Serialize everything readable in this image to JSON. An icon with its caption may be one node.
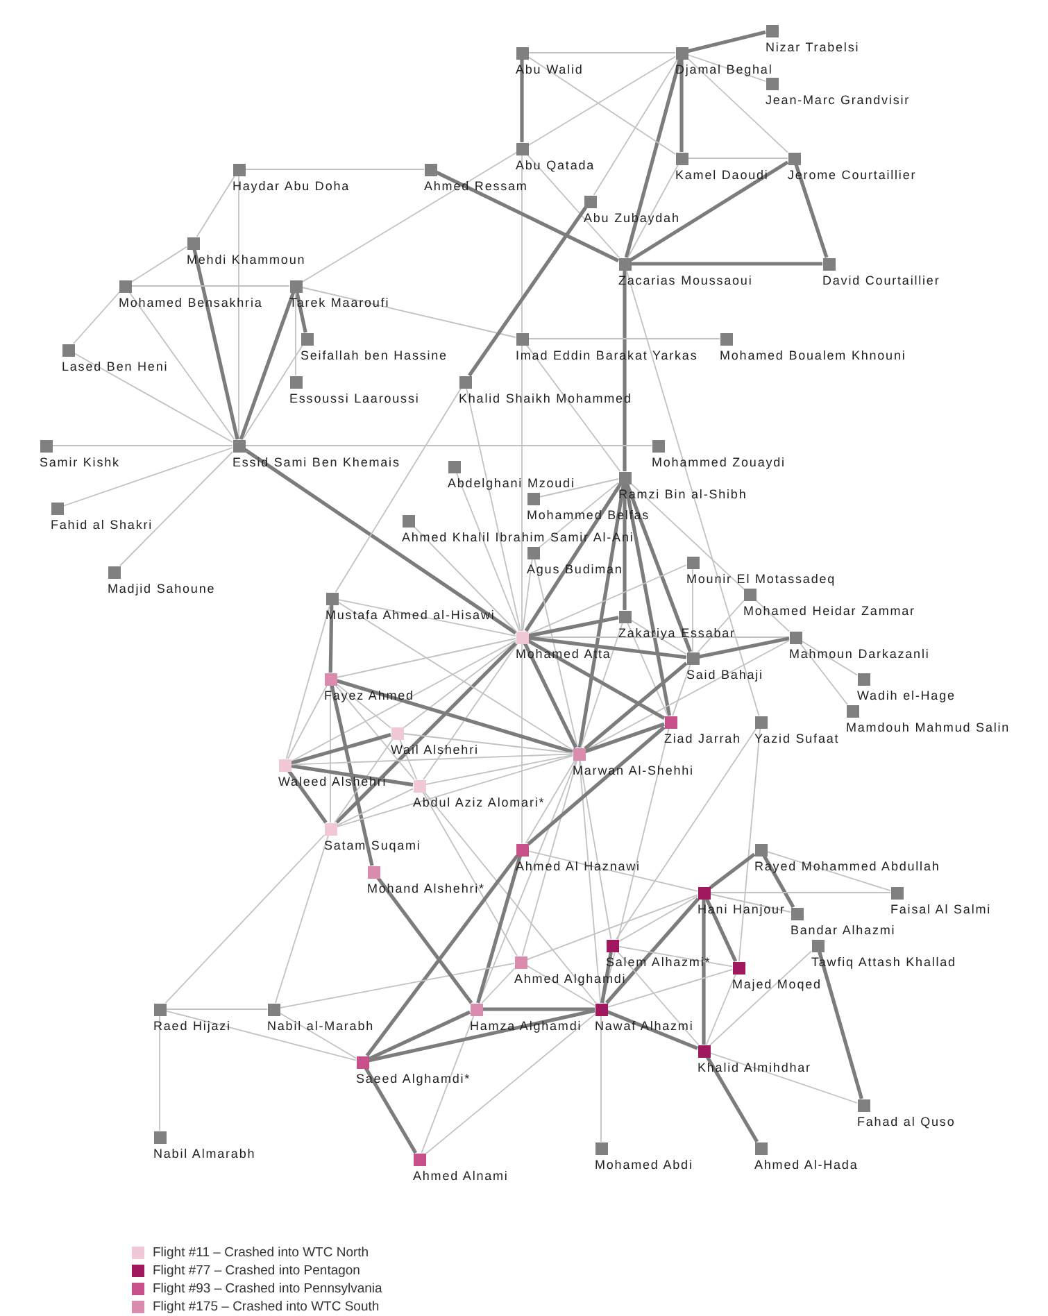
{
  "diagram": {
    "nodes": [
      {
        "text": [
          "Abu Walid"
        ]
      },
      {
        "text": [
          "Djamal Beghal"
        ]
      },
      {
        "text": [
          "Nizar Trabelsi"
        ]
      },
      {
        "text": [
          "Jean-Marc Grandvisir"
        ]
      },
      {
        "text": [
          "Abu Qatada"
        ]
      },
      {
        "text": [
          "Kamel Daoudi"
        ]
      },
      {
        "text": [
          "Jerome Courtaillier"
        ]
      },
      {
        "text": [
          "Haydar Abu Doha"
        ]
      },
      {
        "text": [
          "Ahmed Ressam"
        ]
      },
      {
        "text": [
          "Abu Zubaydah"
        ]
      },
      {
        "text": [
          "Zacarias Moussaoui"
        ]
      },
      {
        "text": [
          "David Courtaillier"
        ]
      },
      {
        "text": [
          "Mehdi Khammoun"
        ]
      },
      {
        "text": [
          "Mohamed Bensakhria"
        ]
      },
      {
        "text": [
          "Tarek Maaroufi"
        ]
      },
      {
        "text": [
          "Seifallah ben Hassine"
        ]
      },
      {
        "text": [
          "Lased Ben Heni"
        ]
      },
      {
        "text": [
          "Imad Eddin Barakat Yarkas"
        ]
      },
      {
        "text": [
          "Mohamed Boualem Khnouni"
        ]
      },
      {
        "text": [
          "Essoussi Laaroussi"
        ]
      },
      {
        "text": [
          "Khalid Shaikh Mohammed"
        ]
      },
      {
        "text": [
          "Samir Kishk"
        ]
      },
      {
        "text": [
          "Essid Sami Ben Khemais"
        ]
      },
      {
        "text": [
          "Mohammed Zouaydi"
        ]
      },
      {
        "text": [
          "Abdelghani Mzoudi"
        ]
      },
      {
        "text": [
          "Ramzi Bin al-Shibh"
        ]
      },
      {
        "text": [
          "Mohammed Belfas"
        ]
      },
      {
        "text": [
          "Fahid al Shakri"
        ]
      },
      {
        "text": [
          "Ahmed Khalil Ibrahim Samir Al-Ani"
        ]
      },
      {
        "text": [
          "Agus Budiman"
        ]
      },
      {
        "text": [
          "Mounir El Motassadeq"
        ]
      },
      {
        "text": [
          "Madjid Sahoune"
        ]
      },
      {
        "text": [
          "Mohamed Heidar Zammar"
        ]
      },
      {
        "text": [
          "Mustafa Ahmed al-Hisawi"
        ]
      },
      {
        "text": [
          "Zakariya Essabar"
        ]
      },
      {
        "text": [
          "Mohamed Atta"
        ]
      },
      {
        "text": [
          "Mahmoun Darkazanli"
        ]
      },
      {
        "text": [
          "Said Bahaji"
        ]
      },
      {
        "text": [
          "Wadih el-Hage"
        ]
      },
      {
        "text": [
          "Fayez Ahmed"
        ]
      },
      {
        "text": [
          "Mamdouh Mahmud Salin"
        ]
      },
      {
        "text": [
          "Ziad Jarrah"
        ]
      },
      {
        "text": [
          "Yazid Sufaat"
        ]
      },
      {
        "text": [
          "Wail Alshehri"
        ]
      },
      {
        "text": [
          "Marwan Al-Shehhi"
        ]
      },
      {
        "text": [
          "Waleed Alshehri"
        ]
      },
      {
        "text": [
          "Abdul Aziz Alomari*"
        ]
      },
      {
        "text": [
          "Satam Suqami"
        ]
      },
      {
        "text": [
          "Ahmed Al Haznawi"
        ]
      },
      {
        "text": [
          "Rayed Mohammed Abdullah"
        ]
      },
      {
        "text": [
          "Mohand Alshehri*"
        ]
      },
      {
        "text": [
          "Hani Hanjour"
        ]
      },
      {
        "text": [
          "Faisal Al Salmi"
        ]
      },
      {
        "text": [
          "Bandar Alhazmi"
        ]
      },
      {
        "text": [
          "Salem Alhazmi*"
        ]
      },
      {
        "text": [
          "Tawfiq Attash Khallad"
        ]
      },
      {
        "text": [
          "Ahmed Alghamdi"
        ]
      },
      {
        "text": [
          "Majed Moqed"
        ]
      },
      {
        "text": [
          "Raed Hijazi"
        ]
      },
      {
        "text": [
          "Nabil al-Marabh"
        ]
      },
      {
        "text": [
          "Hamza Alghamdi"
        ]
      },
      {
        "text": [
          "Nawaf Alhazmi"
        ]
      },
      {
        "text": [
          "Saeed Alghamdi*"
        ]
      },
      {
        "text": [
          "Khalid Almihdhar"
        ]
      },
      {
        "text": [
          "Fahad al Quso"
        ]
      },
      {
        "text": [
          "Nabil Almarabh"
        ]
      },
      {
        "text": [
          "Mohamed Abdi"
        ]
      },
      {
        "text": [
          "Ahmed Alnami"
        ]
      },
      {
        "text": [
          "Ahmed Al-Hada"
        ]
      }
    ],
    "edges": [
      {
        "from": 0,
        "to": 1,
        "arrow": "none"
      },
      {
        "from": 0,
        "to": 4,
        "arrow": "none",
        "style": "thick"
      },
      {
        "from": 1,
        "to": 2,
        "arrow": "none",
        "style": "thick"
      },
      {
        "from": 1,
        "to": 3,
        "arrow": "none"
      },
      {
        "from": 1,
        "to": 5,
        "arrow": "none",
        "style": "thick"
      },
      {
        "from": 1,
        "to": 6,
        "arrow": "none"
      },
      {
        "from": 1,
        "to": 10,
        "arrow": "none",
        "style": "thick"
      },
      {
        "from": 1,
        "to": 9,
        "arrow": "none"
      },
      {
        "from": 1,
        "to": 14,
        "arrow": "none"
      },
      {
        "from": 0,
        "to": 5,
        "arrow": "none"
      },
      {
        "from": 4,
        "to": 10,
        "arrow": "none"
      },
      {
        "from": 4,
        "to": 17,
        "arrow": "none"
      },
      {
        "from": 8,
        "to": 10,
        "arrow": "none",
        "style": "thick"
      },
      {
        "from": 7,
        "to": 8,
        "arrow": "none"
      },
      {
        "from": 7,
        "to": 12,
        "arrow": "none"
      },
      {
        "from": 7,
        "to": 22,
        "arrow": "none"
      },
      {
        "from": 12,
        "to": 13,
        "arrow": "none"
      },
      {
        "from": 12,
        "to": 22,
        "arrow": "none",
        "style": "thick"
      },
      {
        "from": 13,
        "to": 14,
        "arrow": "none"
      },
      {
        "from": 13,
        "to": 16,
        "arrow": "none"
      },
      {
        "from": 13,
        "to": 22,
        "arrow": "none"
      },
      {
        "from": 14,
        "to": 15,
        "arrow": "none",
        "style": "thick"
      },
      {
        "from": 14,
        "to": 19,
        "arrow": "none"
      },
      {
        "from": 14,
        "to": 22,
        "arrow": "none",
        "style": "thick"
      },
      {
        "from": 14,
        "to": 17,
        "arrow": "none"
      },
      {
        "from": 15,
        "to": 22,
        "arrow": "none"
      },
      {
        "from": 16,
        "to": 22,
        "arrow": "none"
      },
      {
        "from": 9,
        "to": 20,
        "arrow": "none",
        "style": "thick"
      },
      {
        "from": 10,
        "to": 6,
        "arrow": "none",
        "style": "thick"
      },
      {
        "from": 10,
        "to": 5,
        "arrow": "none"
      },
      {
        "from": 5,
        "to": 6,
        "arrow": "none"
      },
      {
        "from": 6,
        "to": 11,
        "arrow": "none",
        "style": "thick"
      },
      {
        "from": 10,
        "to": 11,
        "arrow": "none",
        "style": "thick"
      },
      {
        "from": 10,
        "to": 25,
        "arrow": "none",
        "style": "thick"
      },
      {
        "from": 10,
        "to": 42,
        "arrow": "none"
      },
      {
        "from": 17,
        "to": 18,
        "arrow": "none"
      },
      {
        "from": 17,
        "to": 25,
        "arrow": "none"
      },
      {
        "from": 17,
        "to": 35,
        "arrow": "none"
      },
      {
        "from": 22,
        "to": 21,
        "arrow": "none"
      },
      {
        "from": 22,
        "to": 23,
        "arrow": "none"
      },
      {
        "from": 22,
        "to": 27,
        "arrow": "none"
      },
      {
        "from": 22,
        "to": 31,
        "arrow": "none"
      },
      {
        "from": 22,
        "to": 35,
        "arrow": "none",
        "style": "thick"
      },
      {
        "from": 20,
        "to": 33,
        "arrow": "none"
      },
      {
        "from": 20,
        "to": 35,
        "arrow": "none"
      },
      {
        "from": 24,
        "to": 35,
        "arrow": "none"
      },
      {
        "from": 28,
        "to": 35,
        "arrow": "none"
      },
      {
        "from": 25,
        "to": 35,
        "arrow": "none",
        "style": "thick"
      },
      {
        "from": 25,
        "to": 26,
        "arrow": "none"
      },
      {
        "from": 25,
        "to": 29,
        "arrow": "none"
      },
      {
        "from": 25,
        "to": 34,
        "arrow": "none",
        "style": "thick"
      },
      {
        "from": 25,
        "to": 37,
        "arrow": "none",
        "style": "thick"
      },
      {
        "from": 25,
        "to": 41,
        "arrow": "none",
        "style": "thick"
      },
      {
        "from": 25,
        "to": 44,
        "arrow": "none",
        "style": "thick"
      },
      {
        "from": 25,
        "to": 36,
        "arrow": "none"
      },
      {
        "from": 29,
        "to": 35,
        "arrow": "none"
      },
      {
        "from": 29,
        "to": 44,
        "arrow": "none"
      },
      {
        "from": 30,
        "to": 35,
        "arrow": "none"
      },
      {
        "from": 30,
        "to": 37,
        "arrow": "none"
      },
      {
        "from": 32,
        "to": 37,
        "arrow": "none"
      },
      {
        "from": 36,
        "to": 35,
        "arrow": "none"
      },
      {
        "from": 36,
        "to": 37,
        "arrow": "none",
        "style": "thick"
      },
      {
        "from": 36,
        "to": 38,
        "arrow": "none"
      },
      {
        "from": 36,
        "to": 40,
        "arrow": "none"
      },
      {
        "from": 36,
        "to": 44,
        "arrow": "none"
      },
      {
        "from": 34,
        "to": 35,
        "arrow": "none",
        "style": "thick"
      },
      {
        "from": 34,
        "to": 37,
        "arrow": "none"
      },
      {
        "from": 34,
        "to": 41,
        "arrow": "none"
      },
      {
        "from": 34,
        "to": 44,
        "arrow": "none"
      },
      {
        "from": 35,
        "to": 37,
        "arrow": "none",
        "style": "thick"
      },
      {
        "from": 35,
        "to": 41,
        "arrow": "none",
        "style": "thick"
      },
      {
        "from": 35,
        "to": 44,
        "arrow": "none",
        "style": "thick"
      },
      {
        "from": 35,
        "to": 33,
        "arrow": "none"
      },
      {
        "from": 35,
        "to": 39,
        "arrow": "none"
      },
      {
        "from": 35,
        "to": 43,
        "arrow": "none"
      },
      {
        "from": 35,
        "to": 45,
        "arrow": "none"
      },
      {
        "from": 35,
        "to": 46,
        "arrow": "none"
      },
      {
        "from": 35,
        "to": 47,
        "arrow": "none",
        "style": "thick"
      },
      {
        "from": 35,
        "to": 48,
        "arrow": "none"
      },
      {
        "from": 37,
        "to": 44,
        "arrow": "none",
        "style": "thick"
      },
      {
        "from": 37,
        "to": 41,
        "arrow": "none"
      },
      {
        "from": 33,
        "to": 39,
        "arrow": "none",
        "style": "thick"
      },
      {
        "from": 33,
        "to": 45,
        "arrow": "none"
      },
      {
        "from": 33,
        "to": 44,
        "arrow": "none"
      },
      {
        "from": 39,
        "to": 44,
        "arrow": "none",
        "style": "thick"
      },
      {
        "from": 39,
        "to": 43,
        "arrow": "none"
      },
      {
        "from": 39,
        "to": 45,
        "arrow": "none"
      },
      {
        "from": 39,
        "to": 46,
        "arrow": "none"
      },
      {
        "from": 39,
        "to": 47,
        "arrow": "none"
      },
      {
        "from": 39,
        "to": 50,
        "arrow": "none",
        "style": "thick"
      },
      {
        "from": 43,
        "to": 45,
        "arrow": "none",
        "style": "thick"
      },
      {
        "from": 43,
        "to": 46,
        "arrow": "none"
      },
      {
        "from": 43,
        "to": 44,
        "arrow": "none"
      },
      {
        "from": 43,
        "to": 47,
        "arrow": "none"
      },
      {
        "from": 45,
        "to": 46,
        "arrow": "none",
        "style": "thick"
      },
      {
        "from": 45,
        "to": 47,
        "arrow": "none",
        "style": "thick"
      },
      {
        "from": 45,
        "to": 44,
        "arrow": "none"
      },
      {
        "from": 46,
        "to": 47,
        "arrow": "none"
      },
      {
        "from": 46,
        "to": 44,
        "arrow": "none"
      },
      {
        "from": 46,
        "to": 56,
        "arrow": "none"
      },
      {
        "from": 46,
        "to": 61,
        "arrow": "none"
      },
      {
        "from": 47,
        "to": 58,
        "arrow": "none"
      },
      {
        "from": 47,
        "to": 59,
        "arrow": "none"
      },
      {
        "from": 47,
        "to": 44,
        "arrow": "none"
      },
      {
        "from": 44,
        "to": 41,
        "arrow": "none",
        "style": "thick"
      },
      {
        "from": 44,
        "to": 48,
        "arrow": "none"
      },
      {
        "from": 44,
        "to": 60,
        "arrow": "none"
      },
      {
        "from": 44,
        "to": 56,
        "arrow": "none"
      },
      {
        "from": 44,
        "to": 61,
        "arrow": "none"
      },
      {
        "from": 44,
        "to": 54,
        "arrow": "none"
      },
      {
        "from": 41,
        "to": 48,
        "arrow": "none",
        "style": "thick"
      },
      {
        "from": 41,
        "to": 61,
        "arrow": "none"
      },
      {
        "from": 42,
        "to": 54,
        "arrow": "none"
      },
      {
        "from": 42,
        "to": 57,
        "arrow": "none"
      },
      {
        "from": 48,
        "to": 60,
        "arrow": "none",
        "style": "thick"
      },
      {
        "from": 48,
        "to": 62,
        "arrow": "none",
        "style": "thick"
      },
      {
        "from": 48,
        "to": 51,
        "arrow": "none"
      },
      {
        "from": 49,
        "to": 51,
        "arrow": "none",
        "style": "thick"
      },
      {
        "from": 49,
        "to": 52,
        "arrow": "none"
      },
      {
        "from": 49,
        "to": 53,
        "arrow": "none",
        "style": "thick"
      },
      {
        "from": 51,
        "to": 52,
        "arrow": "none"
      },
      {
        "from": 51,
        "to": 53,
        "arrow": "none"
      },
      {
        "from": 51,
        "to": 54,
        "arrow": "none"
      },
      {
        "from": 51,
        "to": 56,
        "arrow": "none"
      },
      {
        "from": 51,
        "to": 61,
        "arrow": "none",
        "style": "thick"
      },
      {
        "from": 51,
        "to": 63,
        "arrow": "none",
        "style": "thick"
      },
      {
        "from": 51,
        "to": 57,
        "arrow": "none",
        "style": "thick"
      },
      {
        "from": 54,
        "to": 57,
        "arrow": "none"
      },
      {
        "from": 54,
        "to": 61,
        "arrow": "none",
        "style": "thick"
      },
      {
        "from": 54,
        "to": 63,
        "arrow": "none"
      },
      {
        "from": 55,
        "to": 63,
        "arrow": "none"
      },
      {
        "from": 55,
        "to": 64,
        "arrow": "none",
        "style": "thick"
      },
      {
        "from": 56,
        "to": 59,
        "arrow": "none"
      },
      {
        "from": 56,
        "to": 60,
        "arrow": "none"
      },
      {
        "from": 56,
        "to": 61,
        "arrow": "none"
      },
      {
        "from": 57,
        "to": 61,
        "arrow": "none"
      },
      {
        "from": 57,
        "to": 63,
        "arrow": "none"
      },
      {
        "from": 58,
        "to": 59,
        "arrow": "none"
      },
      {
        "from": 58,
        "to": 62,
        "arrow": "none"
      },
      {
        "from": 58,
        "to": 65,
        "arrow": "none"
      },
      {
        "from": 59,
        "to": 62,
        "arrow": "none"
      },
      {
        "from": 60,
        "to": 61,
        "arrow": "none",
        "style": "thick"
      },
      {
        "from": 60,
        "to": 62,
        "arrow": "none",
        "style": "thick"
      },
      {
        "from": 60,
        "to": 67,
        "arrow": "none"
      },
      {
        "from": 61,
        "to": 62,
        "arrow": "none",
        "style": "thick"
      },
      {
        "from": 61,
        "to": 63,
        "arrow": "none",
        "style": "thick"
      },
      {
        "from": 61,
        "to": 66,
        "arrow": "none"
      },
      {
        "from": 61,
        "to": 67,
        "arrow": "none"
      },
      {
        "from": 62,
        "to": 67,
        "arrow": "none",
        "style": "thick"
      },
      {
        "from": 63,
        "to": 64,
        "arrow": "none"
      },
      {
        "from": 63,
        "to": 68,
        "arrow": "none",
        "style": "thick"
      },
      {
        "from": 50,
        "to": 60,
        "arrow": "none",
        "style": "thick"
      }
    ],
    "legend": [
      {
        "text": "Flight #11 – Crashed into WTC North",
        "color": "#f0c8d8"
      },
      {
        "text": "Flight #77 – Crashed into Pentagon",
        "color": "#a0185e"
      },
      {
        "text": "Flight #93 – Crashed into Pennsylvania",
        "color": "#c8508a"
      },
      {
        "text": "Flight #175 – Crashed into WTC South",
        "color": "#d98cae"
      }
    ]
  }
}
